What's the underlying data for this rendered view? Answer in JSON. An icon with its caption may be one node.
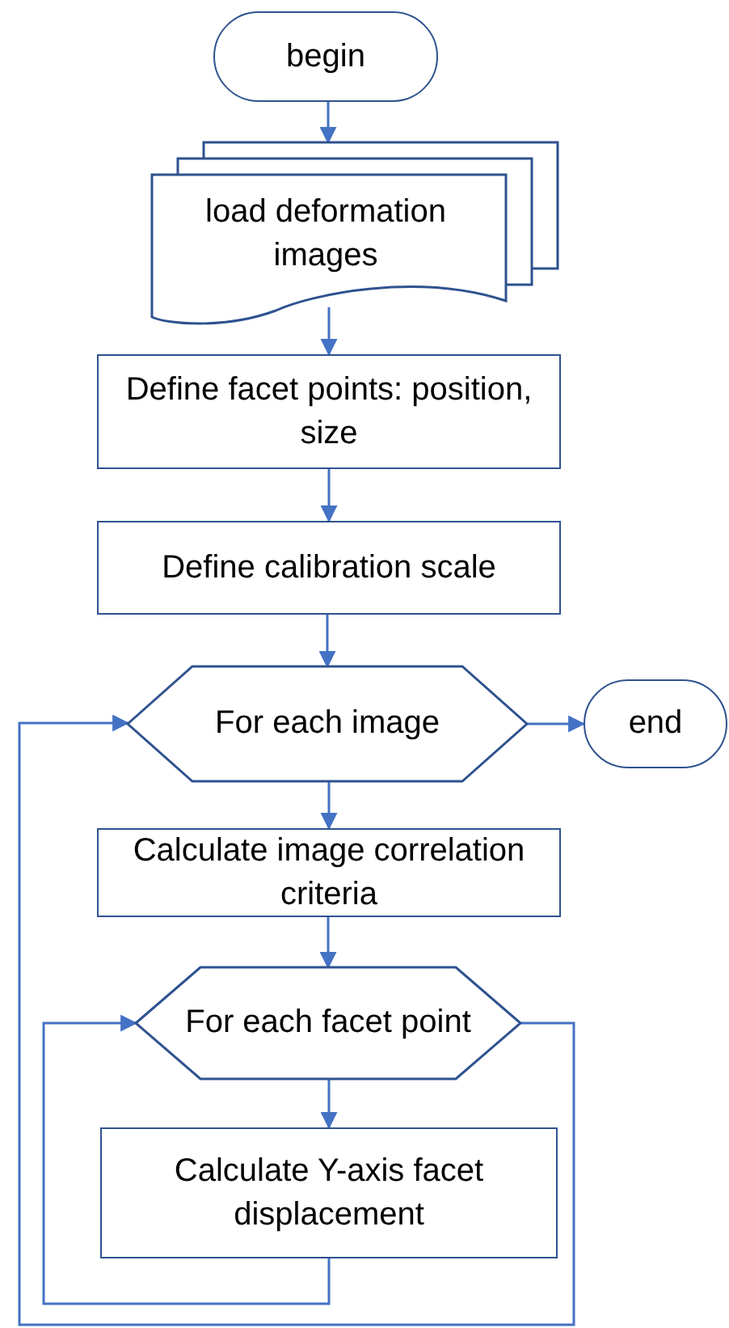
{
  "diagram": {
    "nodes": [
      {
        "text": [
          "begin"
        ]
      },
      {
        "text": [
          "load deformation images"
        ]
      },
      {
        "text": [
          "Define facet points: position, size"
        ]
      },
      {
        "text": [
          "Define calibration scale"
        ]
      },
      {
        "text": [
          "For each image"
        ]
      },
      {
        "text": [
          "end"
        ]
      },
      {
        "text": [
          "Calculate image correlation criteria"
        ]
      },
      {
        "text": [
          "For each facet point"
        ]
      },
      {
        "text": [
          "Calculate Y-axis facet displacement"
        ]
      }
    ],
    "edges": [
      {
        "from": 0,
        "to": 1,
        "arrow": "to"
      },
      {
        "from": 1,
        "to": 2,
        "arrow": "to"
      },
      {
        "from": 2,
        "to": 3,
        "arrow": "to"
      },
      {
        "from": 3,
        "to": 4,
        "arrow": "to"
      },
      {
        "from": 4,
        "to": 5,
        "arrow": "to"
      },
      {
        "from": 4,
        "to": 6,
        "arrow": "to"
      },
      {
        "from": 6,
        "to": 7,
        "arrow": "to"
      },
      {
        "from": 7,
        "to": 8,
        "arrow": "to"
      },
      {
        "from": 8,
        "to": 7,
        "arrow": "to"
      },
      {
        "from": 7,
        "to": 4,
        "arrow": "to"
      }
    ]
  }
}
